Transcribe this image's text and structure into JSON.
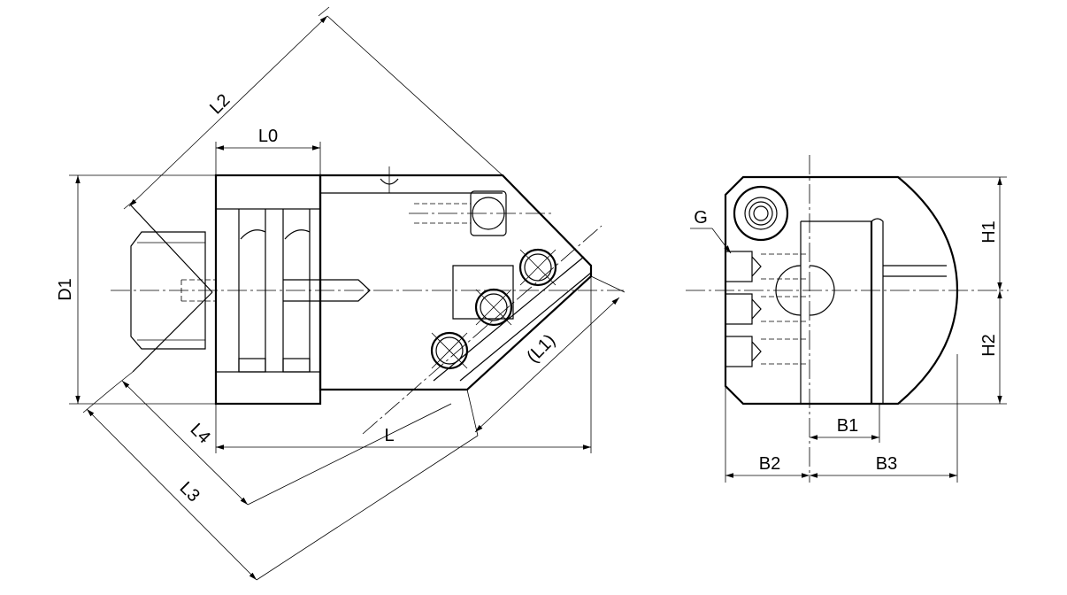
{
  "labels": {
    "L0": "L0",
    "L2": "L2",
    "D1": "D1",
    "L": "L",
    "L1": "(L1)",
    "L3": "L3",
    "L4": "L4",
    "G": "G",
    "H1": "H1",
    "H2": "H2",
    "B1": "B1",
    "B2": "B2",
    "B3": "B3"
  }
}
